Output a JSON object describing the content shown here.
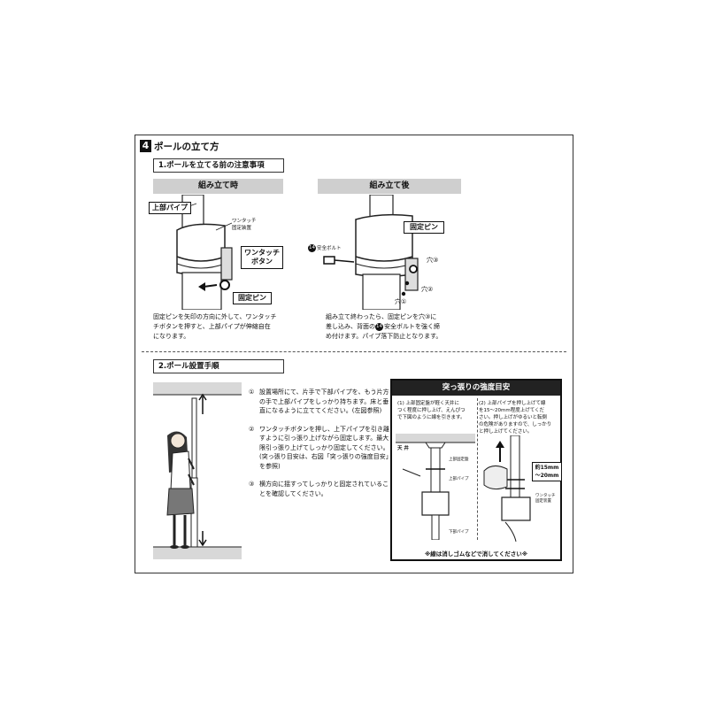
{
  "section": {
    "number": "4",
    "title": "ポールの立て方"
  },
  "part1": {
    "title": "1.ポールを立てる前の注意事項",
    "left": {
      "header": "組み立て時",
      "label_upper_pipe": "上部パイプ",
      "label_onetouch_device": "ワンタッチ\n固定装置",
      "label_onetouch_button": "ワンタッチ\nボタン",
      "label_pin": "固定ピン",
      "caption": "固定ピンを矢印の方向に外して、ワンタッチ\nチボタンを押すと、上部パイプが伸縮自在\nになります。"
    },
    "right": {
      "header": "組み立て後",
      "label_pin": "固定ピン",
      "label_safety_bolt_num": "14",
      "label_safety_bolt": "安全ボルト",
      "label_hole3": "穴③",
      "label_hole2": "穴②",
      "label_hole1": "穴①",
      "caption_l1": "組み立て終わったら、固定ピンを穴③に",
      "caption_l2a": "差し込み、背面の",
      "caption_badge": "14",
      "caption_l2b": "安全ボルトを強く締",
      "caption_l3": "め付けます。パイプ落下防止となります。"
    }
  },
  "part2": {
    "title": "2.ポール設置手順",
    "steps": [
      {
        "num": "①",
        "text": "設置場所にて、片手で下部パイプを、もう片方の手で上部パイプをしっかり持ちます。床と垂直になるように立ててください。(左図参照)"
      },
      {
        "num": "②",
        "text": "ワンタッチボタンを押し、上下パイプを引き離すように引っ張り上げながら固定します。最大限引っ張り上げてしっかり固定してください。\n(突っ張り目安は、右図「突っ張りの強度目安」を参照)"
      },
      {
        "num": "③",
        "text": "横方向に揺すってしっかりと固定されていることを確認してください。"
      }
    ],
    "panel": {
      "title": "突っ張りの強度目安",
      "cap1": "(1) 上部固定盤が軽く天井に\nつく程度に押し上げ、えんぴつ\nで下図のように線を引きます。",
      "cap2": "(2) 上部パイプを押し上げて線\nを15〜20mm程度上げてくだ\nさい。押し上げがゆるいと転倒\nの危険がありますので、しっかり\nと押し上げてください。",
      "label_ceiling": "天 井",
      "label_top_plate": "上部固定盤",
      "label_upper": "上部パイプ",
      "label_lower": "下部パイプ",
      "label_measure": "約15mm\n〜20mm",
      "label_device": "ワンタッチ\n固定装置",
      "footer": "※線は消しゴムなどで消してください※"
    }
  }
}
